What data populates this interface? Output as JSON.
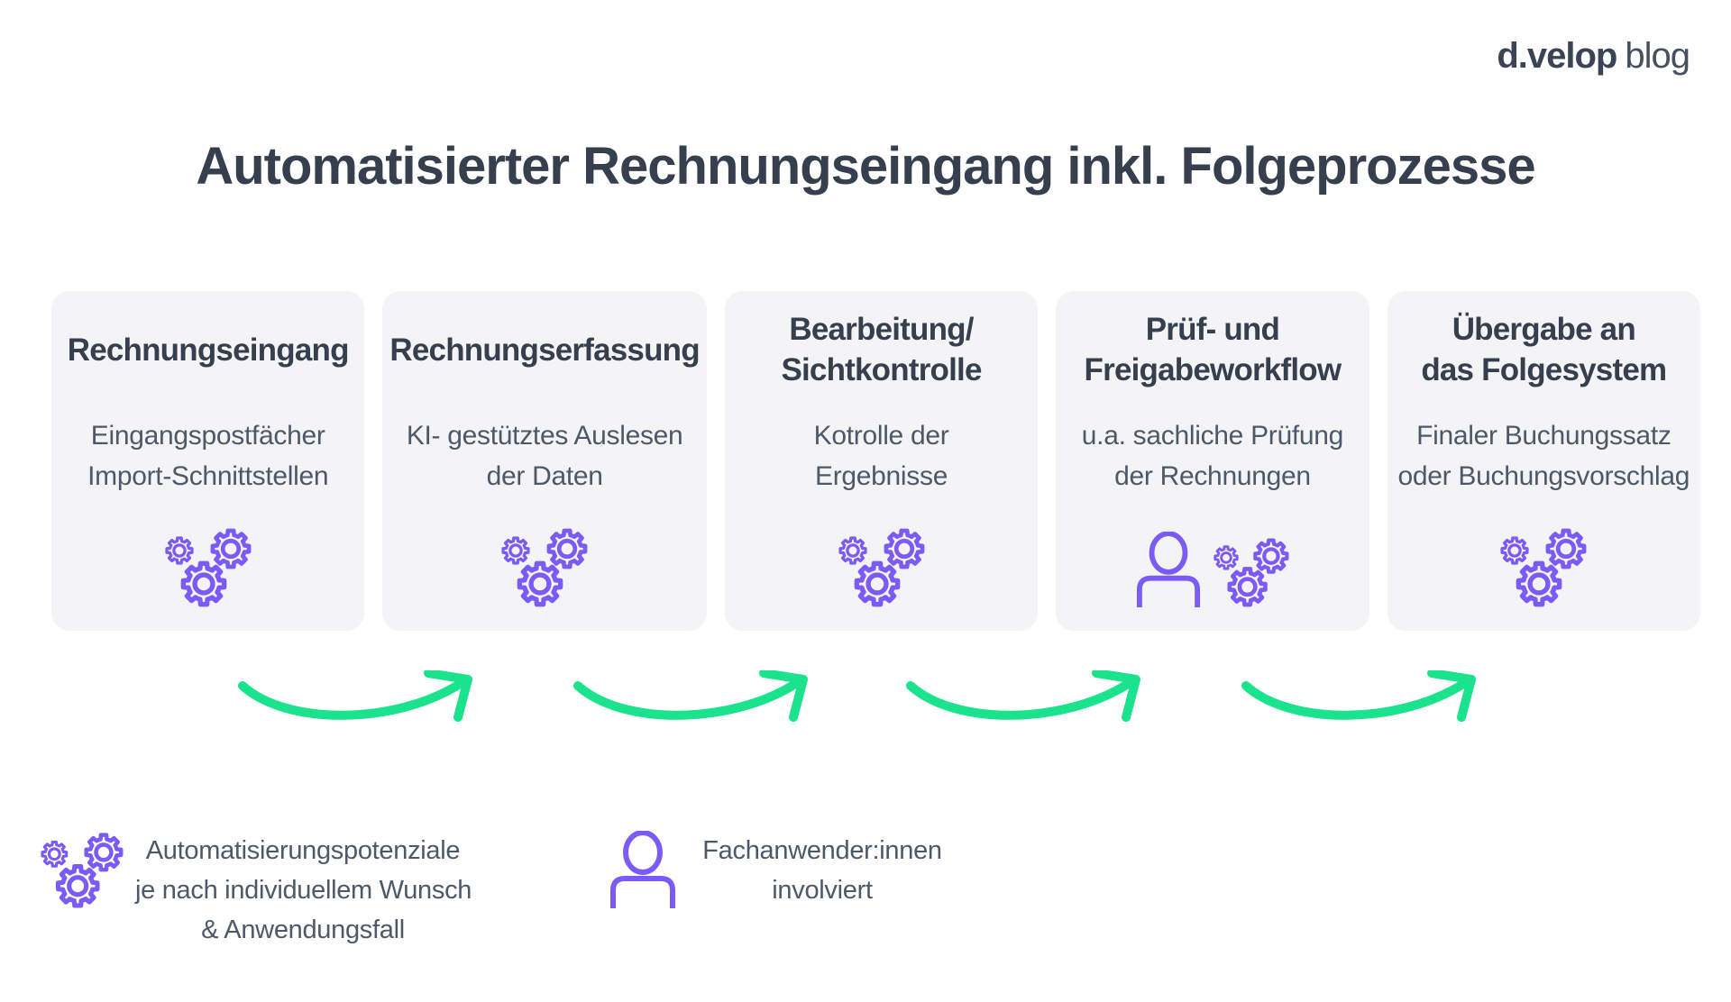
{
  "logo": {
    "brand": "d.velop",
    "suffix": "blog"
  },
  "title": "Automatisierter Rechnungseingang inkl. Folgeprozesse",
  "colors": {
    "accent_purple": "#7B5AF5",
    "accent_green": "#1BE28C",
    "card_background": "#F4F4F6",
    "heading_text": "#363F4E",
    "body_text": "#4D5968"
  },
  "steps": [
    {
      "title_lines": [
        "Rechnungseingang"
      ],
      "desc_lines": [
        "Eingangspostfächer",
        "Import-Schnittstellen"
      ],
      "icons": [
        "gears-icon"
      ]
    },
    {
      "title_lines": [
        "Rechnungserfassung"
      ],
      "desc_lines": [
        "KI- gestütztes Auslesen",
        "der Daten"
      ],
      "icons": [
        "gears-icon"
      ]
    },
    {
      "title_lines": [
        "Bearbeitung/",
        "Sichtkontrolle"
      ],
      "desc_lines": [
        "Kotrolle der",
        "Ergebnisse"
      ],
      "icons": [
        "gears-icon"
      ]
    },
    {
      "title_lines": [
        "Prüf- und",
        "Freigabeworkflow"
      ],
      "desc_lines": [
        "u.a. sachliche Prüfung",
        "der Rechnungen"
      ],
      "icons": [
        "person-icon",
        "gears-icon"
      ]
    },
    {
      "title_lines": [
        "Übergabe an",
        "das Folgesystem"
      ],
      "desc_lines": [
        "Finaler Buchungssatz",
        "oder Buchungsvorschlag"
      ],
      "icons": [
        "gears-icon"
      ]
    }
  ],
  "legend": [
    {
      "icon": "gears-icon",
      "label_lines": [
        "Automatisierungspotenziale",
        "je nach individuellem Wunsch",
        "& Anwendungsfall"
      ]
    },
    {
      "icon": "person-icon",
      "label_lines": [
        "Fachanwender:innen",
        "involviert"
      ]
    }
  ]
}
